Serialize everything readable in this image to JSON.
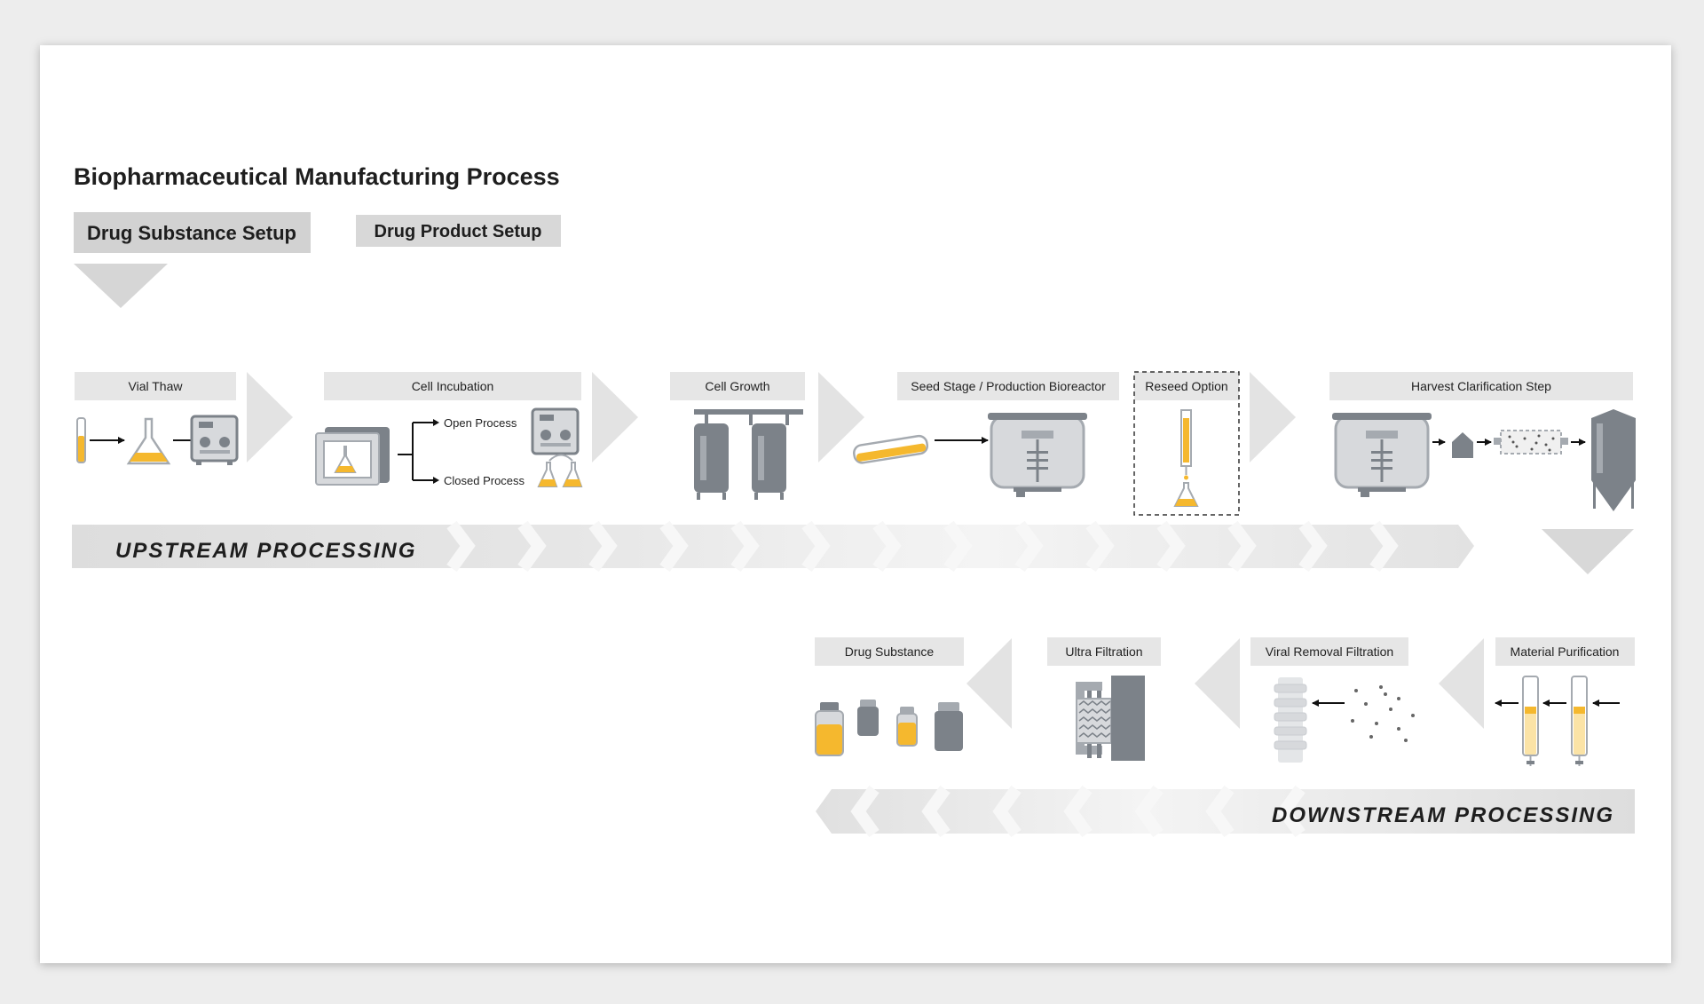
{
  "title": "Biopharmaceutical Manufacturing Process",
  "tabs": {
    "drug_substance": "Drug Substance Setup",
    "drug_product": "Drug Product Setup"
  },
  "upstream": {
    "band_label": "UPSTREAM PROCESSING",
    "steps": {
      "vial_thaw": "Vial Thaw",
      "cell_incubation": "Cell Incubation",
      "cell_growth": "Cell Growth",
      "seed_stage": "Seed Stage / Production Bioreactor",
      "reseed_option": "Reseed Option",
      "harvest_clarification": "Harvest Clarification Step"
    },
    "branches": {
      "open": "Open Process",
      "closed": "Closed Process"
    }
  },
  "downstream": {
    "band_label": "DOWNSTREAM PROCESSING",
    "steps": {
      "drug_substance": "Drug Substance",
      "ultra_filtration": "Ultra Filtration",
      "viral_removal": "Viral Removal Filtration",
      "material_purification": "Material Purification"
    }
  },
  "colors": {
    "accent": "#f5b82e",
    "accent_light": "#fbe3a6",
    "icon_dark": "#7c8289",
    "icon_mid": "#a5aab0",
    "icon_light": "#d7d9dc",
    "header_bg": "#e6e6e6",
    "chevron": "#dcdcdc"
  }
}
